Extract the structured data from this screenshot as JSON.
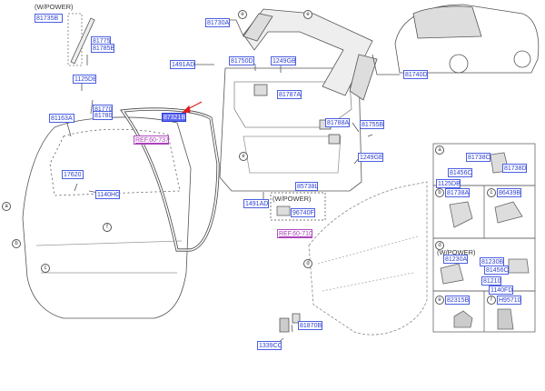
{
  "labels": {
    "p81735B": "81735B",
    "p81775": "81775",
    "p81785B": "81785B",
    "p81730A": "81730A",
    "p1491AD_top": "1491AD",
    "p81750D": "81750D",
    "p1249GB_top": "1249GB",
    "p81740D": "81740D",
    "p1125DB_a": "1125DB",
    "p81770": "81770",
    "p81780": "81780",
    "p81163A": "81163A",
    "p81787A": "81787A",
    "p87321B": "87321B",
    "p81788A": "81788A",
    "p81755B": "81755B",
    "p1249GE": "1249GE",
    "p17620": "17620",
    "p1140HG": "1140HG",
    "p85738L": "85738L",
    "p1491AD_bot": "1491AD",
    "p96740F": "96740F",
    "p81870B": "81870B",
    "p1339CC": "1339CC",
    "p81738C_1": "81738C",
    "p81456C_1": "81456C",
    "p81738D": "81738D",
    "p1125DB_b": "1125DB",
    "p81738A": "81738A",
    "p86439B": "86439B",
    "p81230A": "81230A",
    "p81456C_2": "81456C",
    "p81210": "81210",
    "p81230B": "81230B",
    "p1140FD": "1140FD",
    "p82315B": "82315B",
    "pH95710": "H95710"
  },
  "refs": {
    "ref1": "REF.60-737",
    "ref2": "REF.60-710"
  },
  "texts": {
    "wpower_top": "(W/POWER)",
    "wpower_mid": "(W/POWER)",
    "wpower_d": "(W/POWER)"
  },
  "callouts": [
    "a",
    "b",
    "c",
    "d",
    "e",
    "f",
    "a",
    "b",
    "c",
    "d",
    "e",
    "f"
  ],
  "colors": {
    "label_border": "#4a5fe0",
    "label_text": "#2d3fcf",
    "highlight_fill": "#5b67f2",
    "ref_text": "#a83bb8",
    "arrow": "#e02020",
    "line_art": "#555555"
  },
  "icons": [
    "tailgate-outline",
    "weatherstrip-outline",
    "trim-panel-outline",
    "vehicle-rear-outline",
    "quarter-panel-outline",
    "red-pointer-arrow"
  ]
}
